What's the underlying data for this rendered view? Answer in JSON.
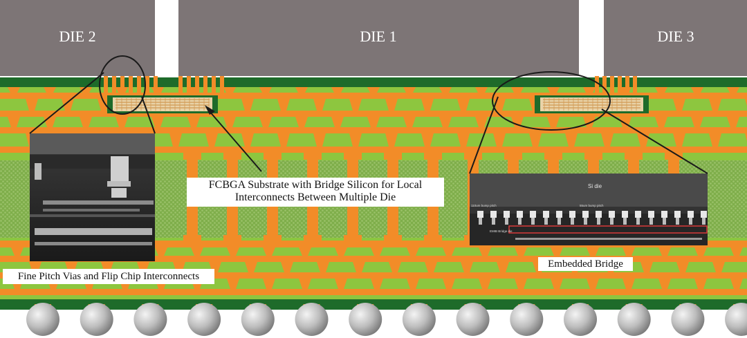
{
  "dies": [
    {
      "label": "DIE 2"
    },
    {
      "label": "DIE 1"
    },
    {
      "label": "DIE 3"
    }
  ],
  "callouts": {
    "substrate_line1": "FCBGA Substrate with Bridge Silicon for Local",
    "substrate_line2": "Interconnects Between Multiple Die",
    "fine_pitch": "Fine Pitch Vias and Flip Chip Interconnects",
    "embedded_bridge": "Embedded Bridge"
  },
  "micrograph_right": {
    "si_die_label": "Si die",
    "bump_pitch_left": "110um bump pitch",
    "bump_pitch_right": "55um bump pitch",
    "bridge_label": "EMIB Bridge die"
  },
  "colors": {
    "die": "#7d7576",
    "copper": "#f28c28",
    "laminate": "#8dc63f",
    "dark_green": "#1e6b2a",
    "solder_ball": "#b9b9b9"
  }
}
